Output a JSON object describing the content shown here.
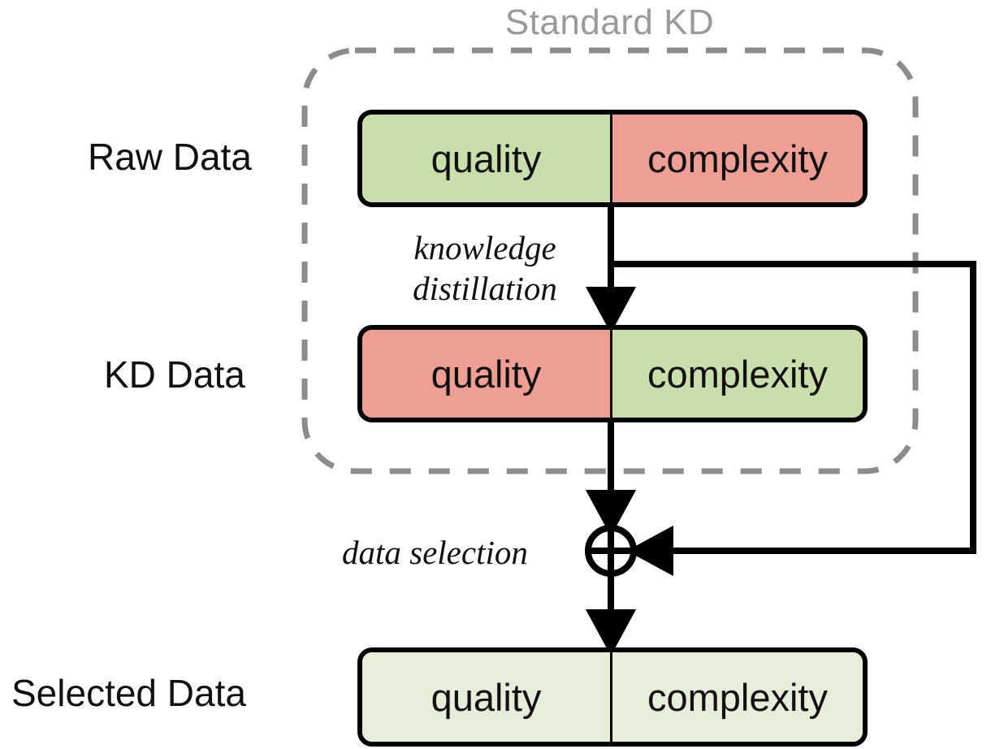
{
  "diagram": {
    "title": "Standard KD",
    "type": "flow-diagram",
    "background": "#ffffff",
    "colors": {
      "green": "#c9dfab",
      "red": "#ee9e93",
      "light_green": "#e6eeda",
      "stroke": "#000000",
      "group_dash": "#8c8c8c",
      "title_text": "#9a9a9a"
    },
    "group_box": {
      "label": "Standard KD",
      "style": "dashed-rounded",
      "contains": [
        "Raw Data",
        "KD Data"
      ]
    },
    "rows": [
      {
        "id": "raw-data",
        "label": "Raw Data",
        "cells": [
          {
            "label": "quality",
            "fill": "green"
          },
          {
            "label": "complexity",
            "fill": "red"
          }
        ]
      },
      {
        "id": "kd-data",
        "label": "KD Data",
        "cells": [
          {
            "label": "quality",
            "fill": "red"
          },
          {
            "label": "complexity",
            "fill": "green"
          }
        ]
      },
      {
        "id": "selected-data",
        "label": "Selected Data",
        "cells": [
          {
            "label": "quality",
            "fill": "light_green"
          },
          {
            "label": "complexity",
            "fill": "light_green"
          }
        ]
      }
    ],
    "edges": [
      {
        "id": "knowledge-distillation",
        "from": "raw-data",
        "to": "kd-data",
        "label_line1": "knowledge",
        "label_line2": "distillation"
      },
      {
        "id": "data-selection",
        "from": "kd-data",
        "to": "selected-data",
        "label": "data selection",
        "operator": "circled-plus"
      }
    ]
  }
}
